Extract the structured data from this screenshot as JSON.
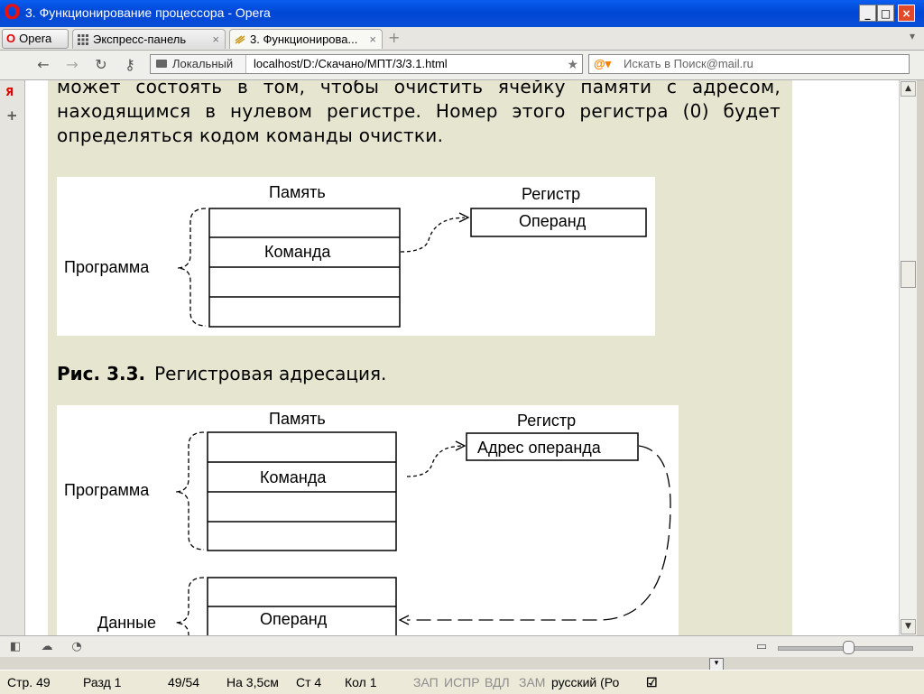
{
  "window": {
    "title": "3. Функционирование процессора - Opera"
  },
  "tabbar": {
    "opera_button": "Opera",
    "tabs": [
      {
        "label": "Экспресс-панель",
        "close": "×"
      },
      {
        "label": "3. Функционирова...",
        "close": "×"
      }
    ],
    "add_tab": "+"
  },
  "navbar": {
    "local_label": "Локальный",
    "url": "localhost/D:/Скачано/МПТ/3/3.1.html",
    "search_placeholder": "Искать в Поиск@mail.ru"
  },
  "article": {
    "paragraph": "может состоять в том, чтобы очистить ячейку памяти с адресом, находящимся в нулевом регистре. Номер этого регистра (0) будет определяться кодом команды очистки.",
    "figure1": {
      "memory_label": "Память",
      "register_label": "Регистр",
      "register_cell": "Операнд",
      "command_cell": "Команда",
      "program_label": "Программа"
    },
    "caption": {
      "number": "Рис. 3.3.",
      "text": "Регистровая адресация."
    },
    "figure2": {
      "memory_label": "Память",
      "register_label": "Регистр",
      "register_cell": "Адрес операнда",
      "command_cell": "Команда",
      "program_label": "Программа",
      "data_label": "Данные",
      "operand_cell": "Операнд"
    }
  },
  "word_status": {
    "page": "Стр. 49",
    "section": "Разд 1",
    "pages": "49/54",
    "position": "На 3,5см",
    "line": "Ст 4",
    "column": "Кол 1",
    "rec": "ЗАП",
    "trk": "ИСПР",
    "ext": "ВДЛ",
    "ovr": "ЗАМ",
    "language": "русский (Ро"
  }
}
